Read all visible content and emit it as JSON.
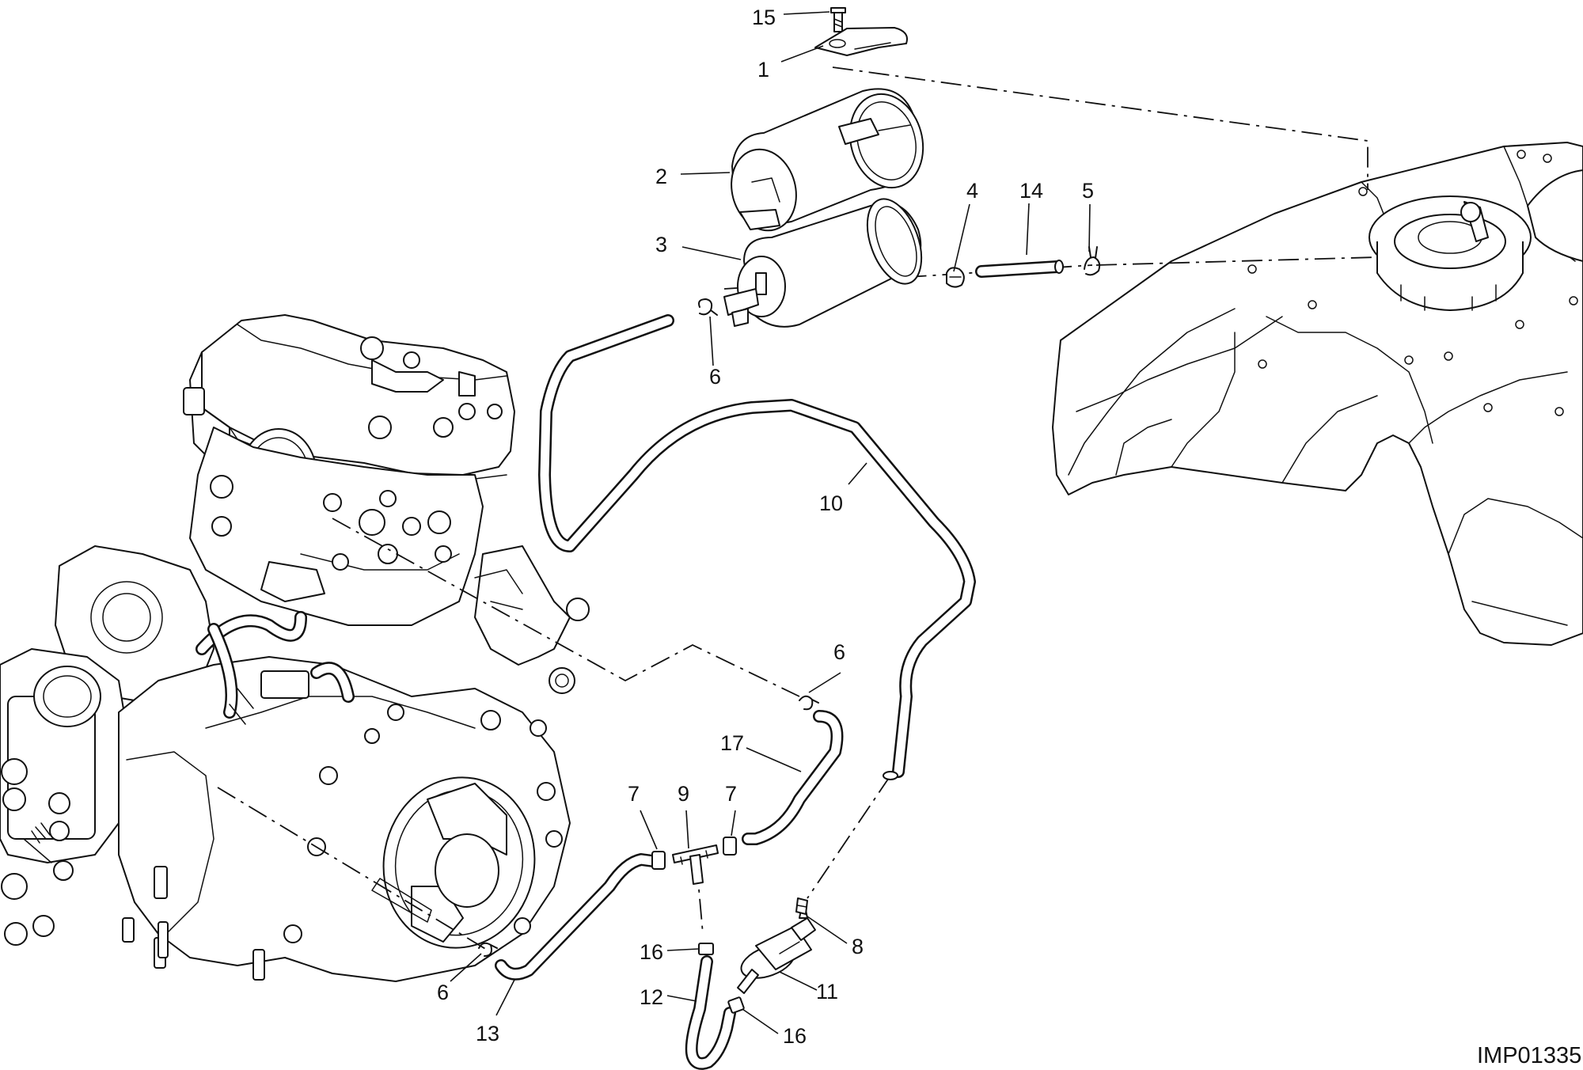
{
  "drawing": {
    "code": "IMP01335"
  },
  "callouts": [
    {
      "id": "c15",
      "label": "15"
    },
    {
      "id": "c1",
      "label": "1"
    },
    {
      "id": "c2",
      "label": "2"
    },
    {
      "id": "c3",
      "label": "3"
    },
    {
      "id": "c4",
      "label": "4"
    },
    {
      "id": "c14",
      "label": "14"
    },
    {
      "id": "c5",
      "label": "5"
    },
    {
      "id": "c6a",
      "label": "6"
    },
    {
      "id": "c10",
      "label": "10"
    },
    {
      "id": "c6b",
      "label": "6"
    },
    {
      "id": "c17",
      "label": "17"
    },
    {
      "id": "c7a",
      "label": "7"
    },
    {
      "id": "c9",
      "label": "9"
    },
    {
      "id": "c7b",
      "label": "7"
    },
    {
      "id": "c8",
      "label": "8"
    },
    {
      "id": "c16a",
      "label": "16"
    },
    {
      "id": "c11",
      "label": "11"
    },
    {
      "id": "c12",
      "label": "12"
    },
    {
      "id": "c16b",
      "label": "16"
    },
    {
      "id": "c6c",
      "label": "6"
    },
    {
      "id": "c13",
      "label": "13"
    }
  ]
}
